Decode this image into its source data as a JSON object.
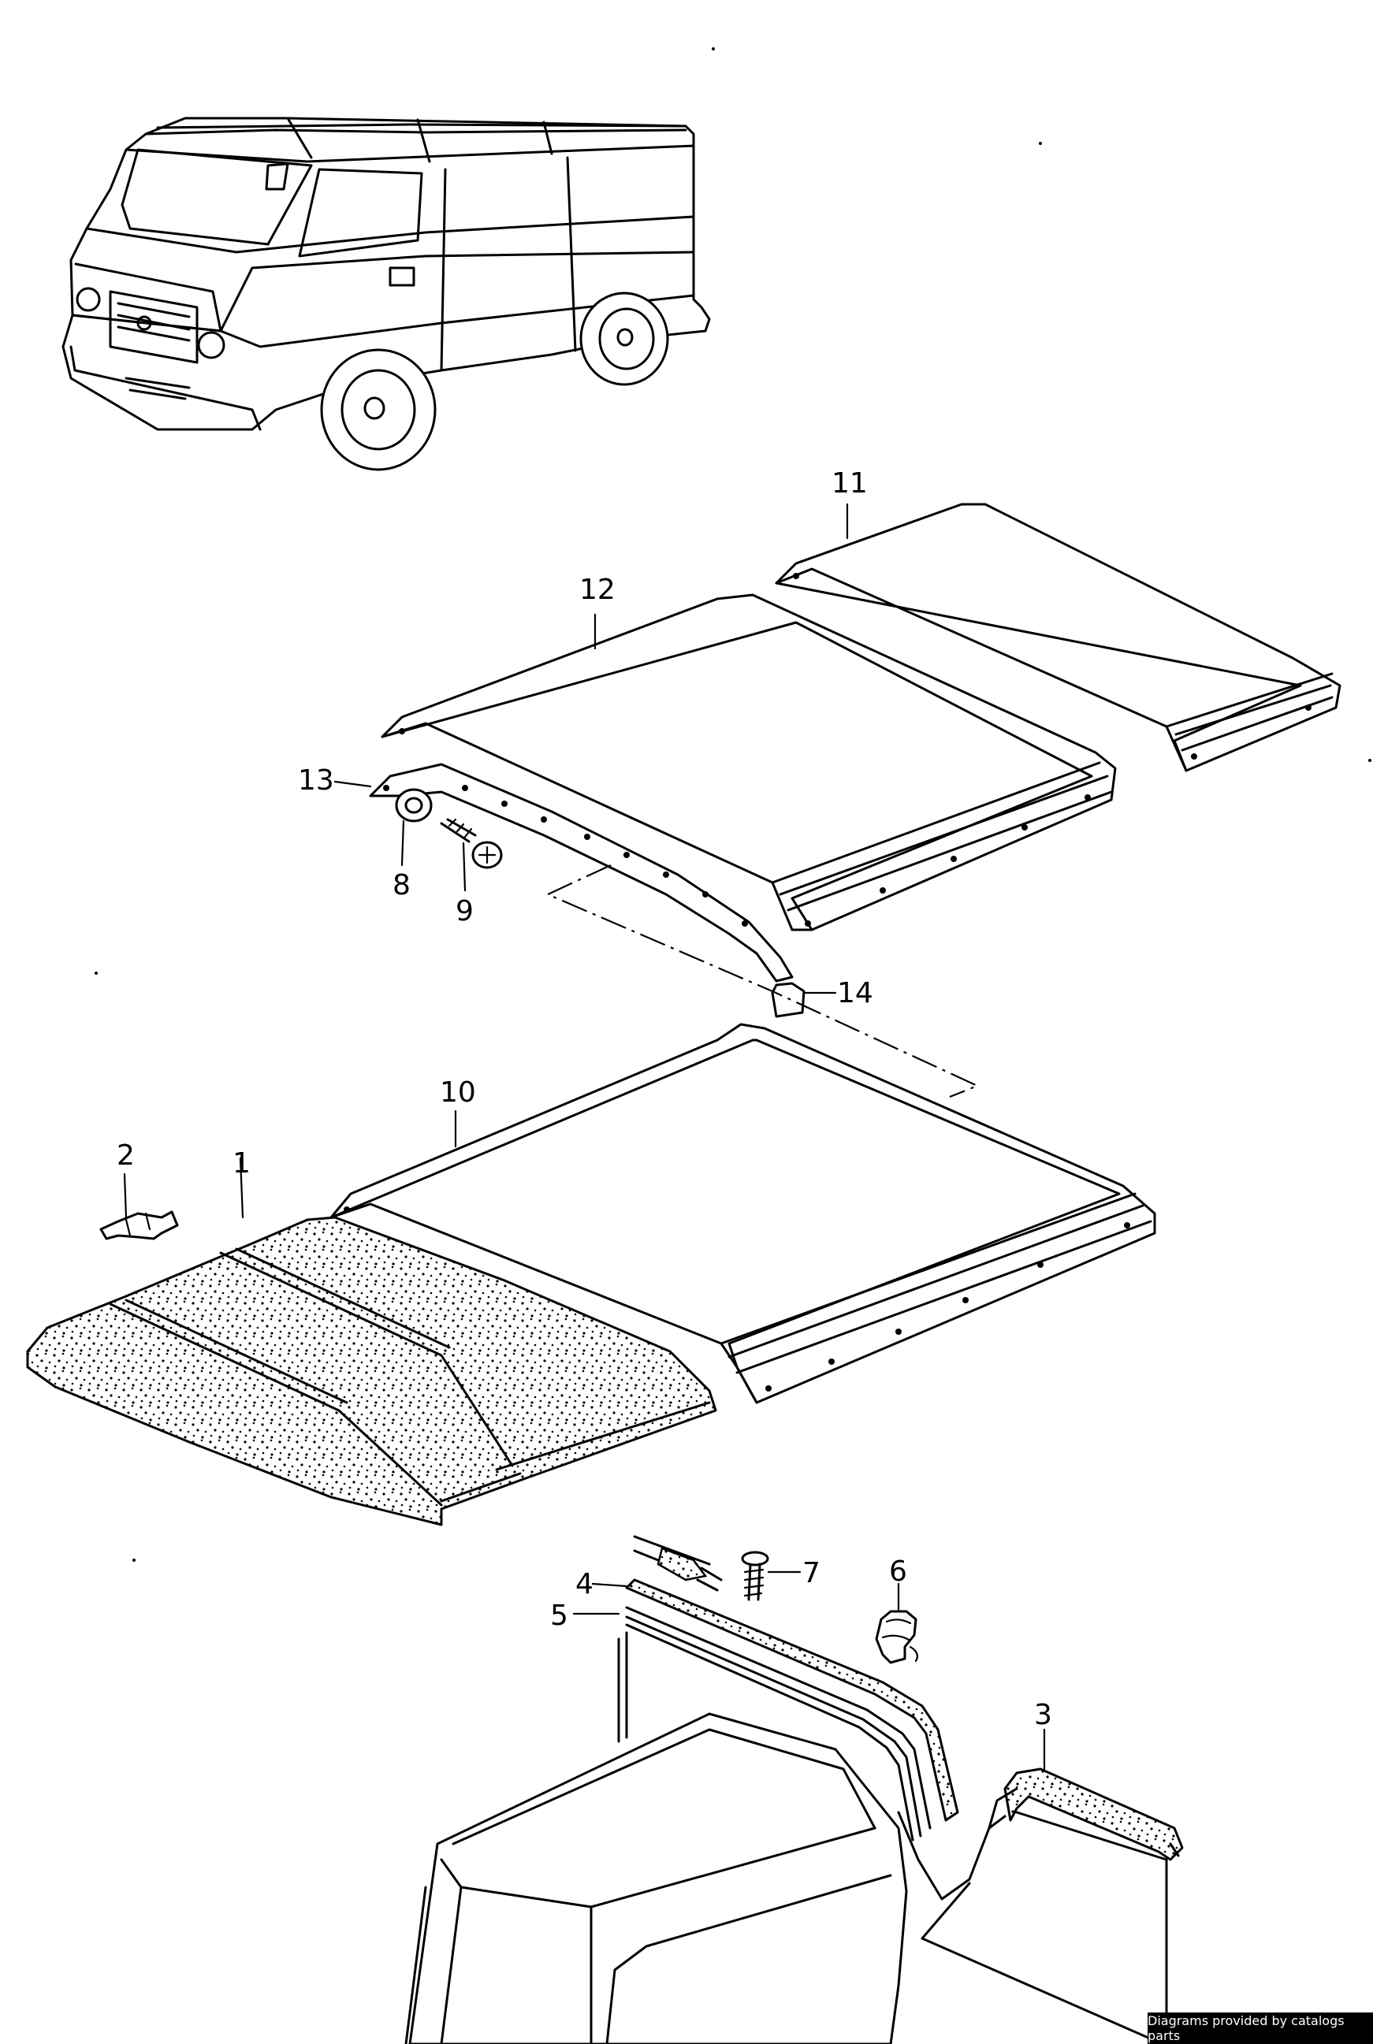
{
  "diagram": {
    "callouts": [
      {
        "id": "1",
        "text": "1"
      },
      {
        "id": "2",
        "text": "2"
      },
      {
        "id": "3",
        "text": "3"
      },
      {
        "id": "4",
        "text": "4"
      },
      {
        "id": "5",
        "text": "5"
      },
      {
        "id": "6",
        "text": "6"
      },
      {
        "id": "7",
        "text": "7"
      },
      {
        "id": "8",
        "text": "8"
      },
      {
        "id": "9",
        "text": "9"
      },
      {
        "id": "10",
        "text": "10"
      },
      {
        "id": "11",
        "text": "11"
      },
      {
        "id": "12",
        "text": "12"
      },
      {
        "id": "13",
        "text": "13"
      },
      {
        "id": "14",
        "text": "14"
      }
    ]
  },
  "footer": {
    "credit": "Diagrams provided by catalogs parts"
  }
}
